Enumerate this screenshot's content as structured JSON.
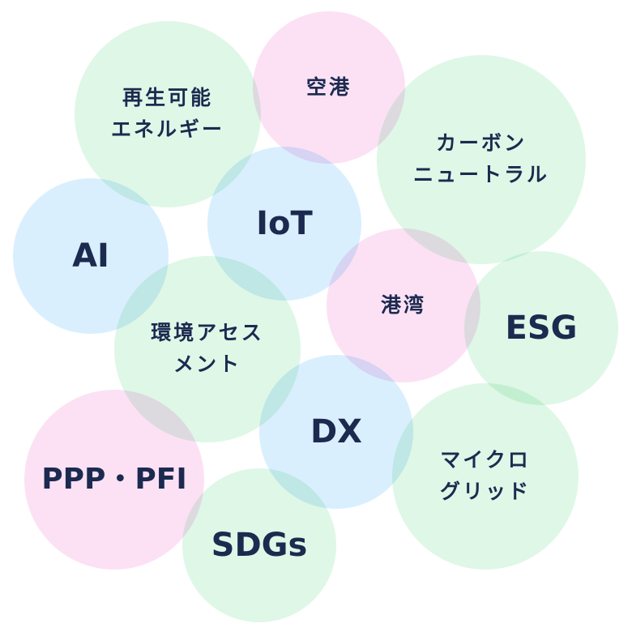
{
  "diagram": {
    "colors": {
      "green": "#d6f5e0",
      "pink": "#fbd8f2",
      "blue": "#ceebfc",
      "text": "#1c2a4f"
    },
    "bubbles": {
      "renewable": "再生可能\nエネルギー",
      "airport": "空港",
      "carbon_neutral": "カーボン\nニュートラル",
      "ai": "AI",
      "iot": "IoT",
      "port": "港湾",
      "esg": "ESG",
      "eia": "環境アセス\nメント",
      "dx": "DX",
      "microgrid": "マイクロ\nグリッド",
      "ppp_pfi": "PPP・PFI",
      "sdgs": "SDGs"
    }
  }
}
